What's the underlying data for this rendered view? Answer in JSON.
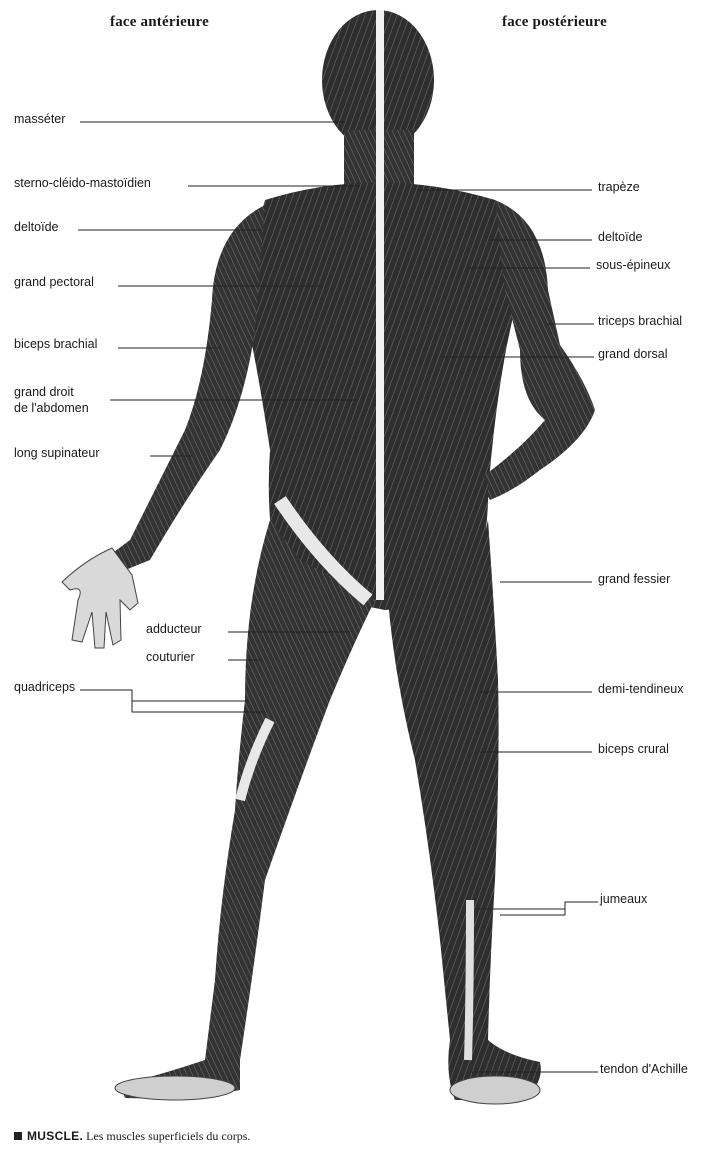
{
  "headers": {
    "anterior": "face antérieure",
    "posterior": "face postérieure"
  },
  "labels_left": [
    {
      "id": "masseter",
      "text": "masséter"
    },
    {
      "id": "sterno",
      "text": "sterno-cléido-mastoïdien"
    },
    {
      "id": "deltoide-l",
      "text": "deltoïde"
    },
    {
      "id": "pectoral",
      "text": "grand pectoral"
    },
    {
      "id": "biceps-brachial",
      "text": "biceps brachial"
    },
    {
      "id": "droit-1",
      "text": "grand droit"
    },
    {
      "id": "droit-2",
      "text": "de l'abdomen"
    },
    {
      "id": "supinateur",
      "text": "long supinateur"
    },
    {
      "id": "adducteur",
      "text": "adducteur"
    },
    {
      "id": "couturier",
      "text": "couturier"
    },
    {
      "id": "quadriceps",
      "text": "quadriceps"
    }
  ],
  "labels_right": [
    {
      "id": "trapeze",
      "text": "trapèze"
    },
    {
      "id": "deltoide-r",
      "text": "deltoïde"
    },
    {
      "id": "sous-epineux",
      "text": "sous-épineux"
    },
    {
      "id": "triceps",
      "text": "triceps brachial"
    },
    {
      "id": "dorsal",
      "text": "grand dorsal"
    },
    {
      "id": "fessier",
      "text": "grand fessier"
    },
    {
      "id": "demi-tendineux",
      "text": "demi-tendineux"
    },
    {
      "id": "biceps-crural",
      "text": "biceps crural"
    },
    {
      "id": "jumeaux",
      "text": "jumeaux"
    },
    {
      "id": "achille",
      "text": "tendon d'Achille"
    }
  ],
  "caption": {
    "title": "MUSCLE.",
    "text": " Les muscles superficiels du corps."
  },
  "colors": {
    "ink": "#1a1a1a",
    "muscle_dark": "#2b2b2b",
    "muscle_mid": "#555555",
    "tendon": "#e8e8e8"
  }
}
